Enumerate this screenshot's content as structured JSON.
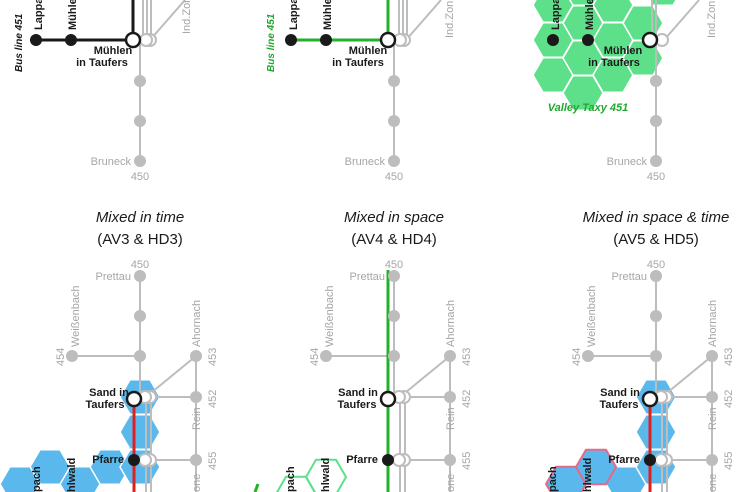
{
  "colors": {
    "grey": "#bdbdbd",
    "grey_text": "#a6a6a6",
    "black": "#1a1a1a",
    "green_line": "#22b22a",
    "green_hex": "#5ee08a",
    "green_label": "#1fa82e",
    "blue_hex": "#5ab8ec",
    "red_line": "#e02020"
  },
  "top_row": {
    "panel1": {
      "bus_label": "Bus line 451",
      "stop_lappach": "Lappa",
      "stop_muehlen_short": "Mühlen",
      "stop_muehlen_1": "Mühlen",
      "stop_muehlen_2": "in Taufers",
      "stop_bruneck": "Bruneck",
      "line_450": "450",
      "ind_label": "Ind.Zon"
    },
    "panel2": {
      "bus_label": "Bus line 451",
      "stop_lappach": "Lappa",
      "stop_muehlen_short": "Mühlen",
      "stop_muehlen_1": "Mühlen",
      "stop_muehlen_2": "in Taufers",
      "stop_bruneck": "Bruneck",
      "line_450": "450",
      "ind_label": "Ind.Zon"
    },
    "panel3": {
      "taxi_label": "Valley Taxy 451",
      "stop_lappach": "Lappa",
      "stop_muehlen_short": "Mühlen",
      "stop_muehlen_1": "Mühlen",
      "stop_muehlen_2": "in Taufers",
      "stop_bruneck": "Bruneck",
      "line_450": "450",
      "ind_label": "Ind.Zon"
    }
  },
  "bottom_row": {
    "panel4": {
      "title": "Mixed in time",
      "subtitle": "(AV3 & HD3)",
      "line_450": "450",
      "stop_prettau": "Prettau",
      "weissenbach": "Weißenbach",
      "line_454": "454",
      "ahornach": "Ahornach",
      "line_453": "453",
      "sand_1": "Sand in",
      "sand_2": "Taufers",
      "rein": "Rein",
      "line_452": "452",
      "pfarre": "Pfarre",
      "line_455": "455",
      "one": "one",
      "pach": "pach",
      "hlwald": "hlwald"
    },
    "panel5": {
      "title": "Mixed in space",
      "subtitle": "(AV4 & HD4)",
      "line_450": "450",
      "stop_prettau": "Prettau",
      "weissenbach": "Weißenbach",
      "line_454": "454",
      "ahornach": "Ahornach",
      "line_453": "453",
      "sand_1": "Sand in",
      "sand_2": "Taufers",
      "rein": "Rein",
      "line_452": "452",
      "pfarre": "Pfarre",
      "line_455": "455",
      "one": "one",
      "pach": "pach",
      "hlwald": "hlwald"
    },
    "panel6": {
      "title": "Mixed in space & time",
      "subtitle": "(AV5 & HD5)",
      "line_450": "450",
      "stop_prettau": "Prettau",
      "weissenbach": "Weißenbach",
      "line_454": "454",
      "ahornach": "Ahornach",
      "line_453": "453",
      "sand_1": "Sand in",
      "sand_2": "Taufers",
      "rein": "Rein",
      "line_452": "452",
      "pfarre": "Pfarre",
      "line_455": "455",
      "one": "one",
      "pach": "pach",
      "hlwald": "hlwald"
    }
  }
}
